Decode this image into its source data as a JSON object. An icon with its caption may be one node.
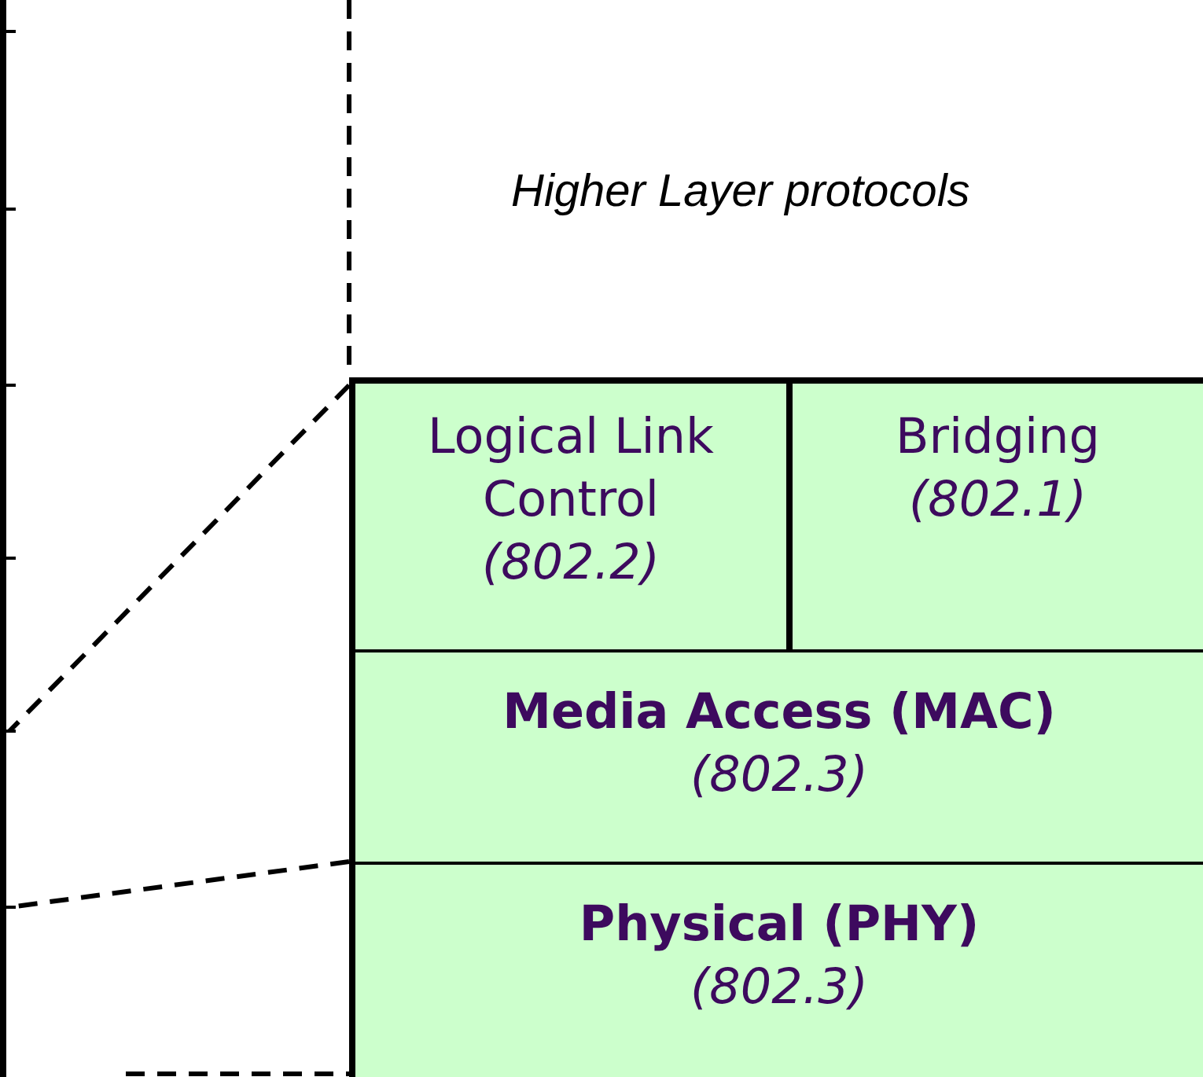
{
  "diagram": {
    "nodes": [
      {
        "text": [
          "Logical Link Control",
          "(802.2)"
        ]
      },
      {
        "text": [
          "Bridging",
          "(802.1)"
        ]
      },
      {
        "text": [
          "Media Access (MAC)",
          "(802.3)"
        ]
      },
      {
        "text": [
          "Physical (PHY)",
          "(802.3)"
        ]
      }
    ],
    "labels": [
      "Higher Layer protocols"
    ]
  }
}
